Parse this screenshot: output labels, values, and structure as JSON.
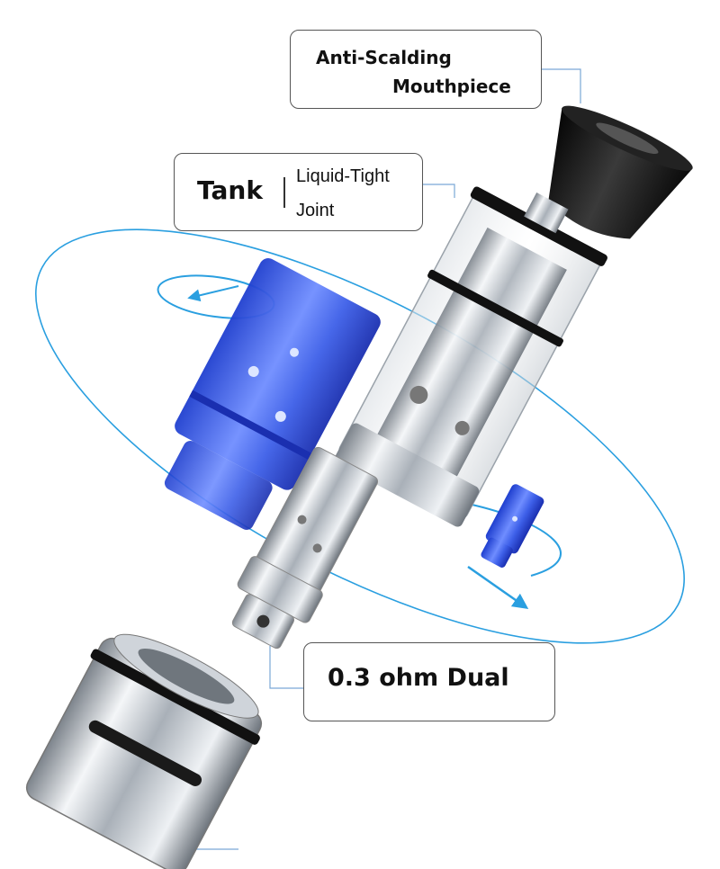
{
  "labels": {
    "mouthpiece": {
      "line1": "Anti-Scalding",
      "line2": "Mouthpiece"
    },
    "tank": {
      "title": "Tank",
      "line1": "Liquid-Tight",
      "line2": "Joint"
    },
    "coil": {
      "title": "0.3 ohm Dual"
    }
  },
  "colors": {
    "accent_blue": "#2a9fe0",
    "coil_blue": "#2f5fe0",
    "steel": "#b9bfc6",
    "dark": "#1a1a1a",
    "leader_line": "#7aa8d6"
  }
}
